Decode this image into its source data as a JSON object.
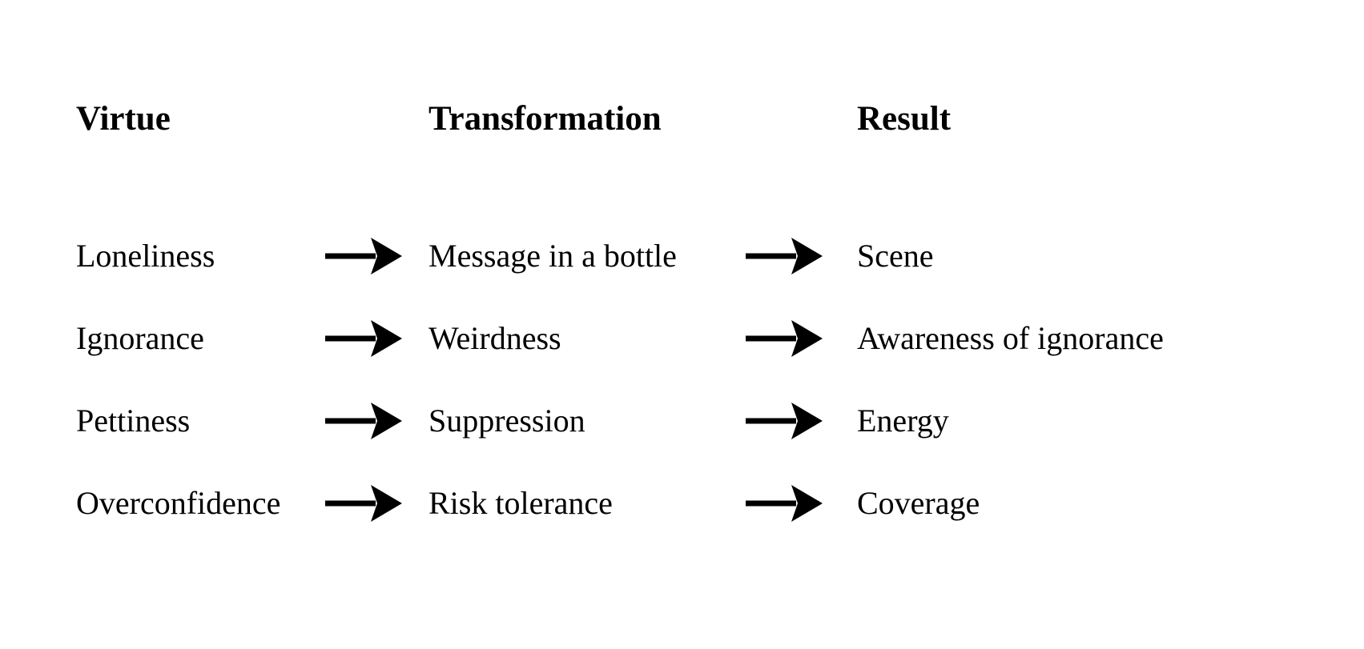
{
  "diagram": {
    "headers": {
      "col1": "Virtue",
      "col2": "Transformation",
      "col3": "Result"
    },
    "rows": [
      {
        "virtue": "Loneliness",
        "transformation": "Message in a bottle",
        "result": "Scene"
      },
      {
        "virtue": "Ignorance",
        "transformation": "Weirdness",
        "result": "Awareness of ignorance"
      },
      {
        "virtue": "Pettiness",
        "transformation": "Suppression",
        "result": "Energy"
      },
      {
        "virtue": "Overconfidence",
        "transformation": "Risk tolerance",
        "result": "Coverage"
      }
    ],
    "arrow": {
      "icon": "right-arrow-icon",
      "color": "#000000"
    },
    "background_color": "#ffffff",
    "text_color": "#000000"
  }
}
